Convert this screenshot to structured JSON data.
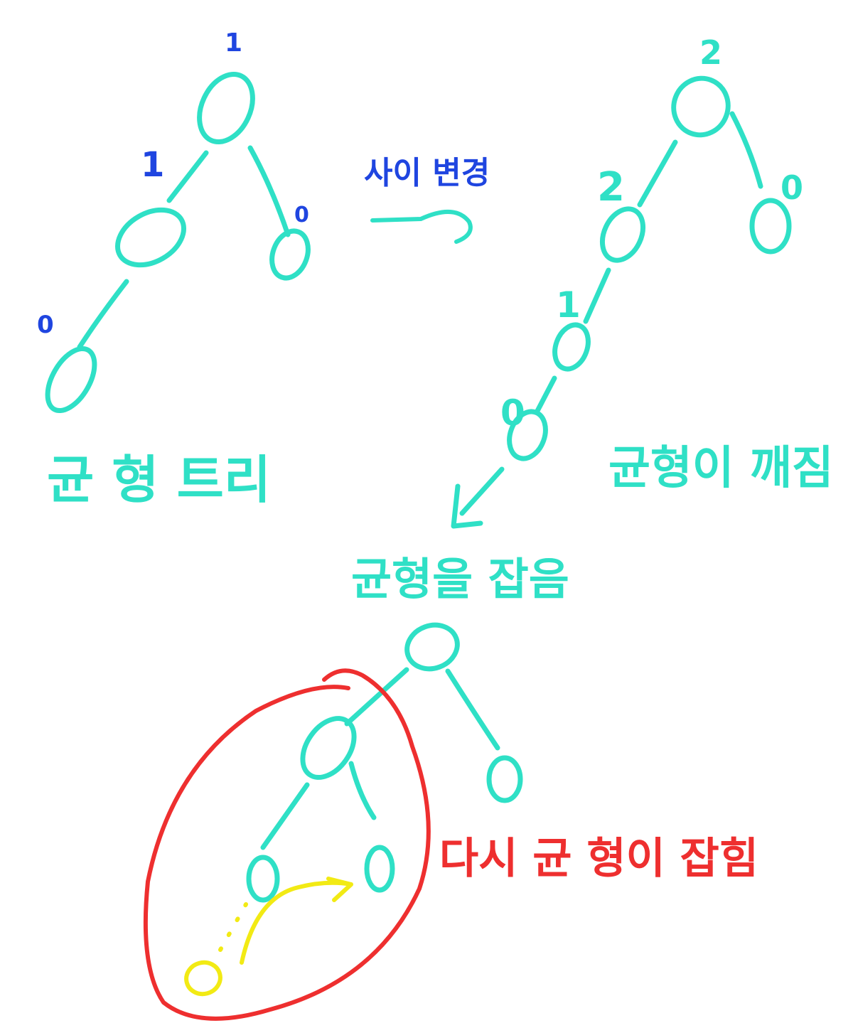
{
  "colors": {
    "tree": "#2fe0c6",
    "balance_label": "#1f45e0",
    "highlight": "#ee2f2f",
    "arrow_note": "#f2ea14"
  },
  "labels": {
    "balanced_tree": "균 형 트리",
    "rotation": "사이 변경",
    "imbalance": "균형이 깨짐",
    "restore": "균형을 잡음",
    "rebalanced": "다시 균 형이 잡힘"
  },
  "trees": {
    "left": {
      "balance_factors": {
        "root": "1",
        "left_child": "1",
        "right_child": "0",
        "left_left": "0"
      }
    },
    "right": {
      "balance_factors": {
        "root": "2",
        "left_child": "2",
        "right_child": "0",
        "left_left": "1",
        "left_left_left": "0"
      }
    }
  }
}
